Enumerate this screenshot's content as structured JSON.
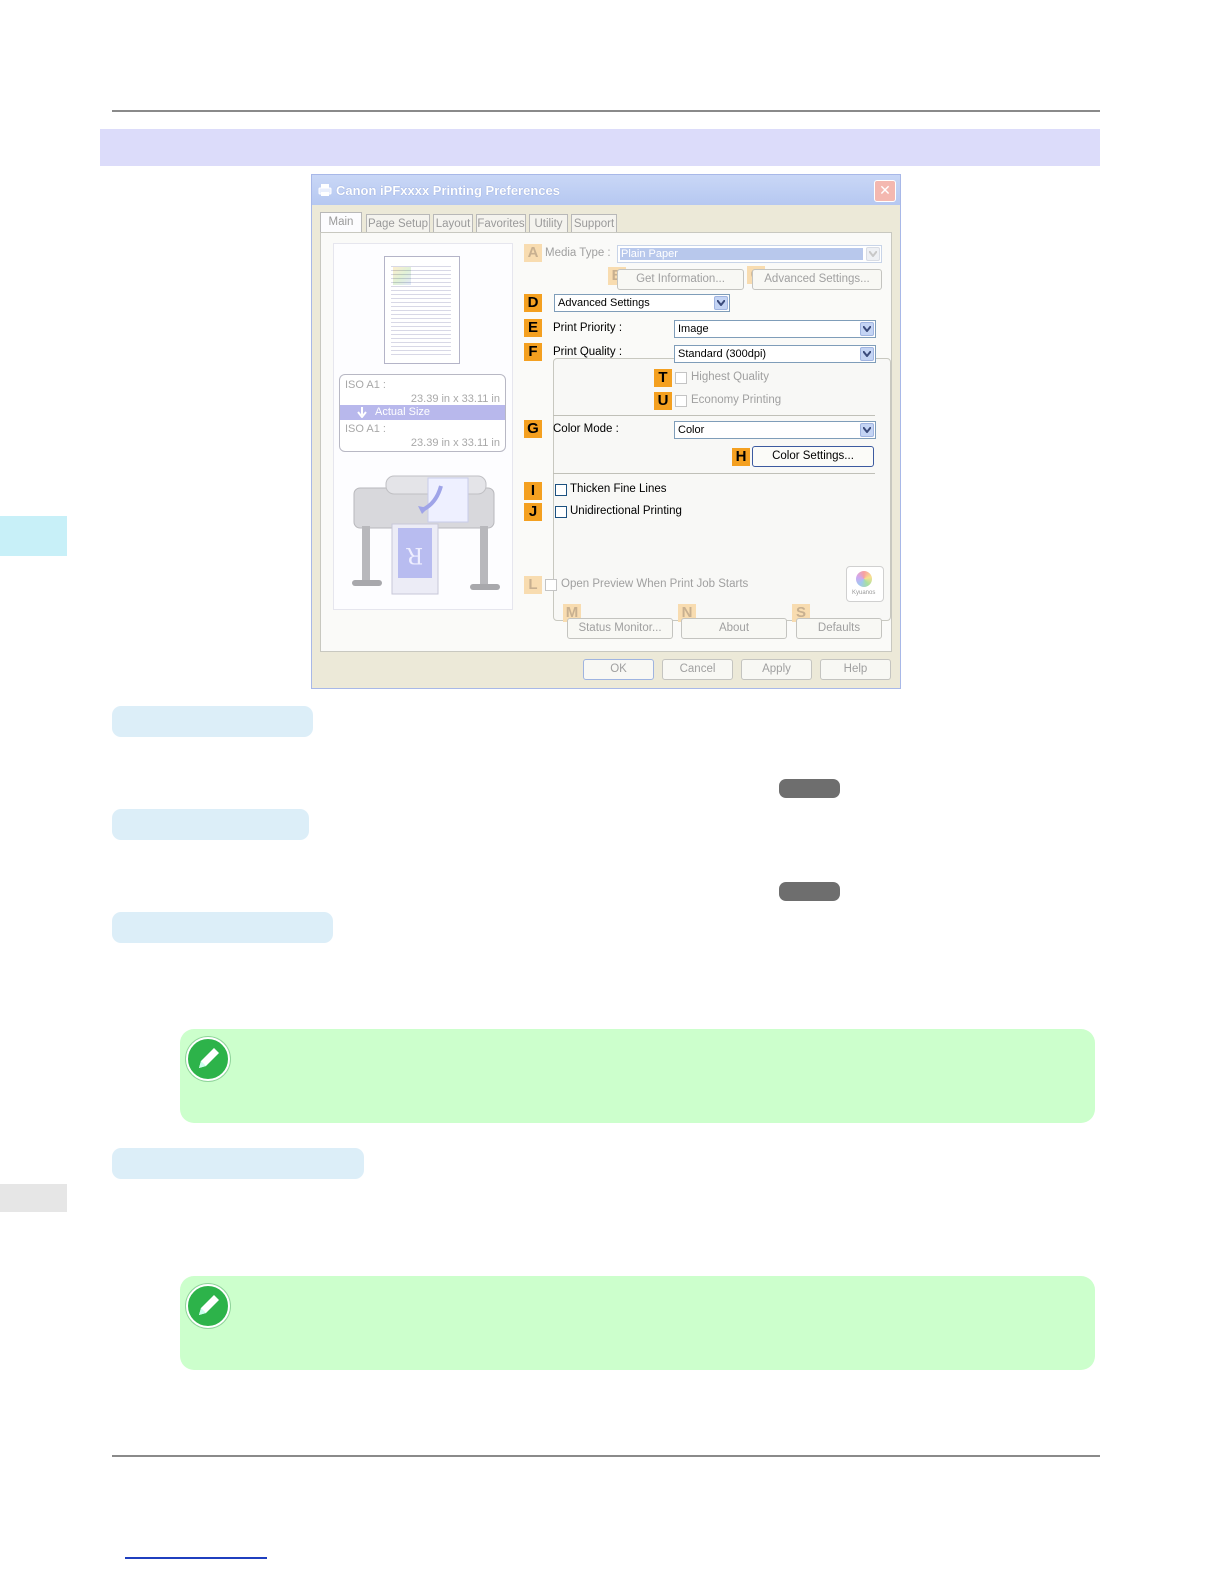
{
  "dialog": {
    "title": "Canon iPFxxxx Printing Preferences",
    "close_label": "✕",
    "tabs": [
      {
        "label": "Main"
      },
      {
        "label": "Page Setup"
      },
      {
        "label": "Layout"
      },
      {
        "label": "Favorites"
      },
      {
        "label": "Utility"
      },
      {
        "label": "Support"
      }
    ],
    "preview": {
      "paper1_name": "ISO A1 :",
      "paper1_size": "23.39 in x 33.11 in",
      "scale_label": "Actual Size",
      "paper2_name": "ISO A1 :",
      "paper2_size": "23.39 in x 33.11 in",
      "printout_letter": "R"
    },
    "badges": {
      "a": "A",
      "b": "B",
      "c": "C",
      "d": "D",
      "e": "E",
      "f": "F",
      "t": "T",
      "u": "U",
      "g": "G",
      "h": "H",
      "i": "I",
      "j": "J",
      "l": "L",
      "m": "M",
      "n": "N",
      "s": "S"
    },
    "media_type": {
      "label": "Media Type :",
      "value": "Plain Paper"
    },
    "get_info_label": "Get Information...",
    "advanced_settings_button": "Advanced Settings...",
    "settings_mode": {
      "value": "Advanced Settings"
    },
    "print_priority": {
      "label": "Print Priority :",
      "value": "Image"
    },
    "print_quality": {
      "label": "Print Quality :",
      "value": "Standard (300dpi)"
    },
    "highest_quality_label": "Highest Quality",
    "economy_printing_label": "Economy Printing",
    "color_mode": {
      "label": "Color Mode :",
      "value": "Color"
    },
    "color_settings_label": "Color Settings...",
    "thicken_fine_lines_label": "Thicken Fine Lines",
    "unidirectional_printing_label": "Unidirectional Printing",
    "open_preview_label": "Open Preview When Print Job Starts",
    "kyuanos_label": "Kyuanos",
    "status_monitor_label": "Status Monitor...",
    "about_label": "About",
    "defaults_label": "Defaults",
    "ok_label": "OK",
    "cancel_label": "Cancel",
    "apply_label": "Apply",
    "help_label": "Help"
  },
  "colors": {
    "header_band": "#dcdcfa",
    "section_pill": "#dceef8",
    "note_background": "#ccffcc",
    "badge_orange": "#f4a020",
    "note_icon_green": "#2db34a"
  },
  "icons": [
    "printer-icon",
    "close-icon",
    "pencil-note-icon",
    "chevron-down-icon",
    "kyuanos-icon",
    "down-arrow-icon"
  ]
}
